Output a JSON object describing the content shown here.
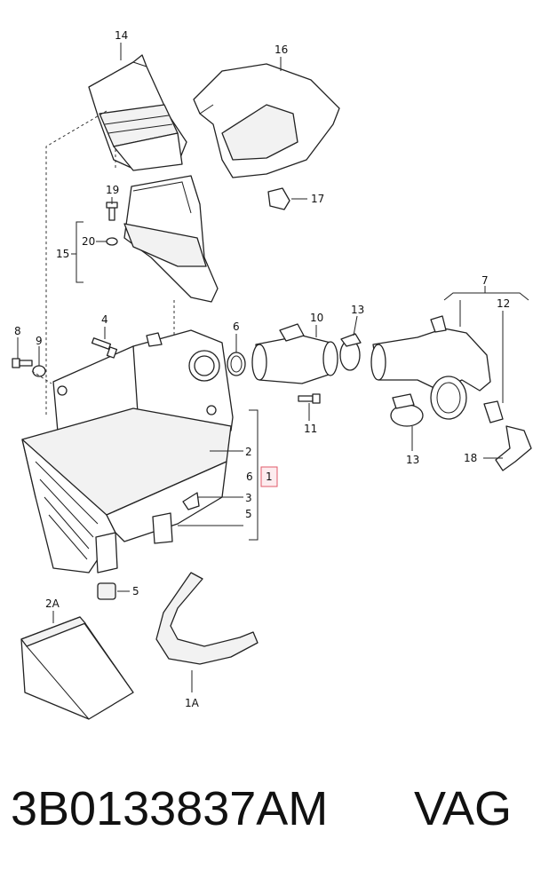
{
  "diagram": {
    "labels": [
      {
        "text": "14"
      },
      {
        "text": "16"
      },
      {
        "text": "17"
      },
      {
        "text": "19"
      },
      {
        "text": "20"
      },
      {
        "text": "15"
      },
      {
        "text": "7"
      },
      {
        "text": "12"
      },
      {
        "text": "13"
      },
      {
        "text": "10"
      },
      {
        "text": "8"
      },
      {
        "text": "9"
      },
      {
        "text": "4"
      },
      {
        "text": "6"
      },
      {
        "text": "11"
      },
      {
        "text": "2"
      },
      {
        "text": "6"
      },
      {
        "text": "1"
      },
      {
        "text": "3"
      },
      {
        "text": "5"
      },
      {
        "text": "13"
      },
      {
        "text": "18"
      },
      {
        "text": "5"
      },
      {
        "text": "2A"
      },
      {
        "text": "1A"
      }
    ]
  },
  "footer": {
    "part_number": "3B0133837AM",
    "brand": "VAG"
  },
  "colors": {
    "highlight": "#e05a6a",
    "line": "#222222"
  }
}
